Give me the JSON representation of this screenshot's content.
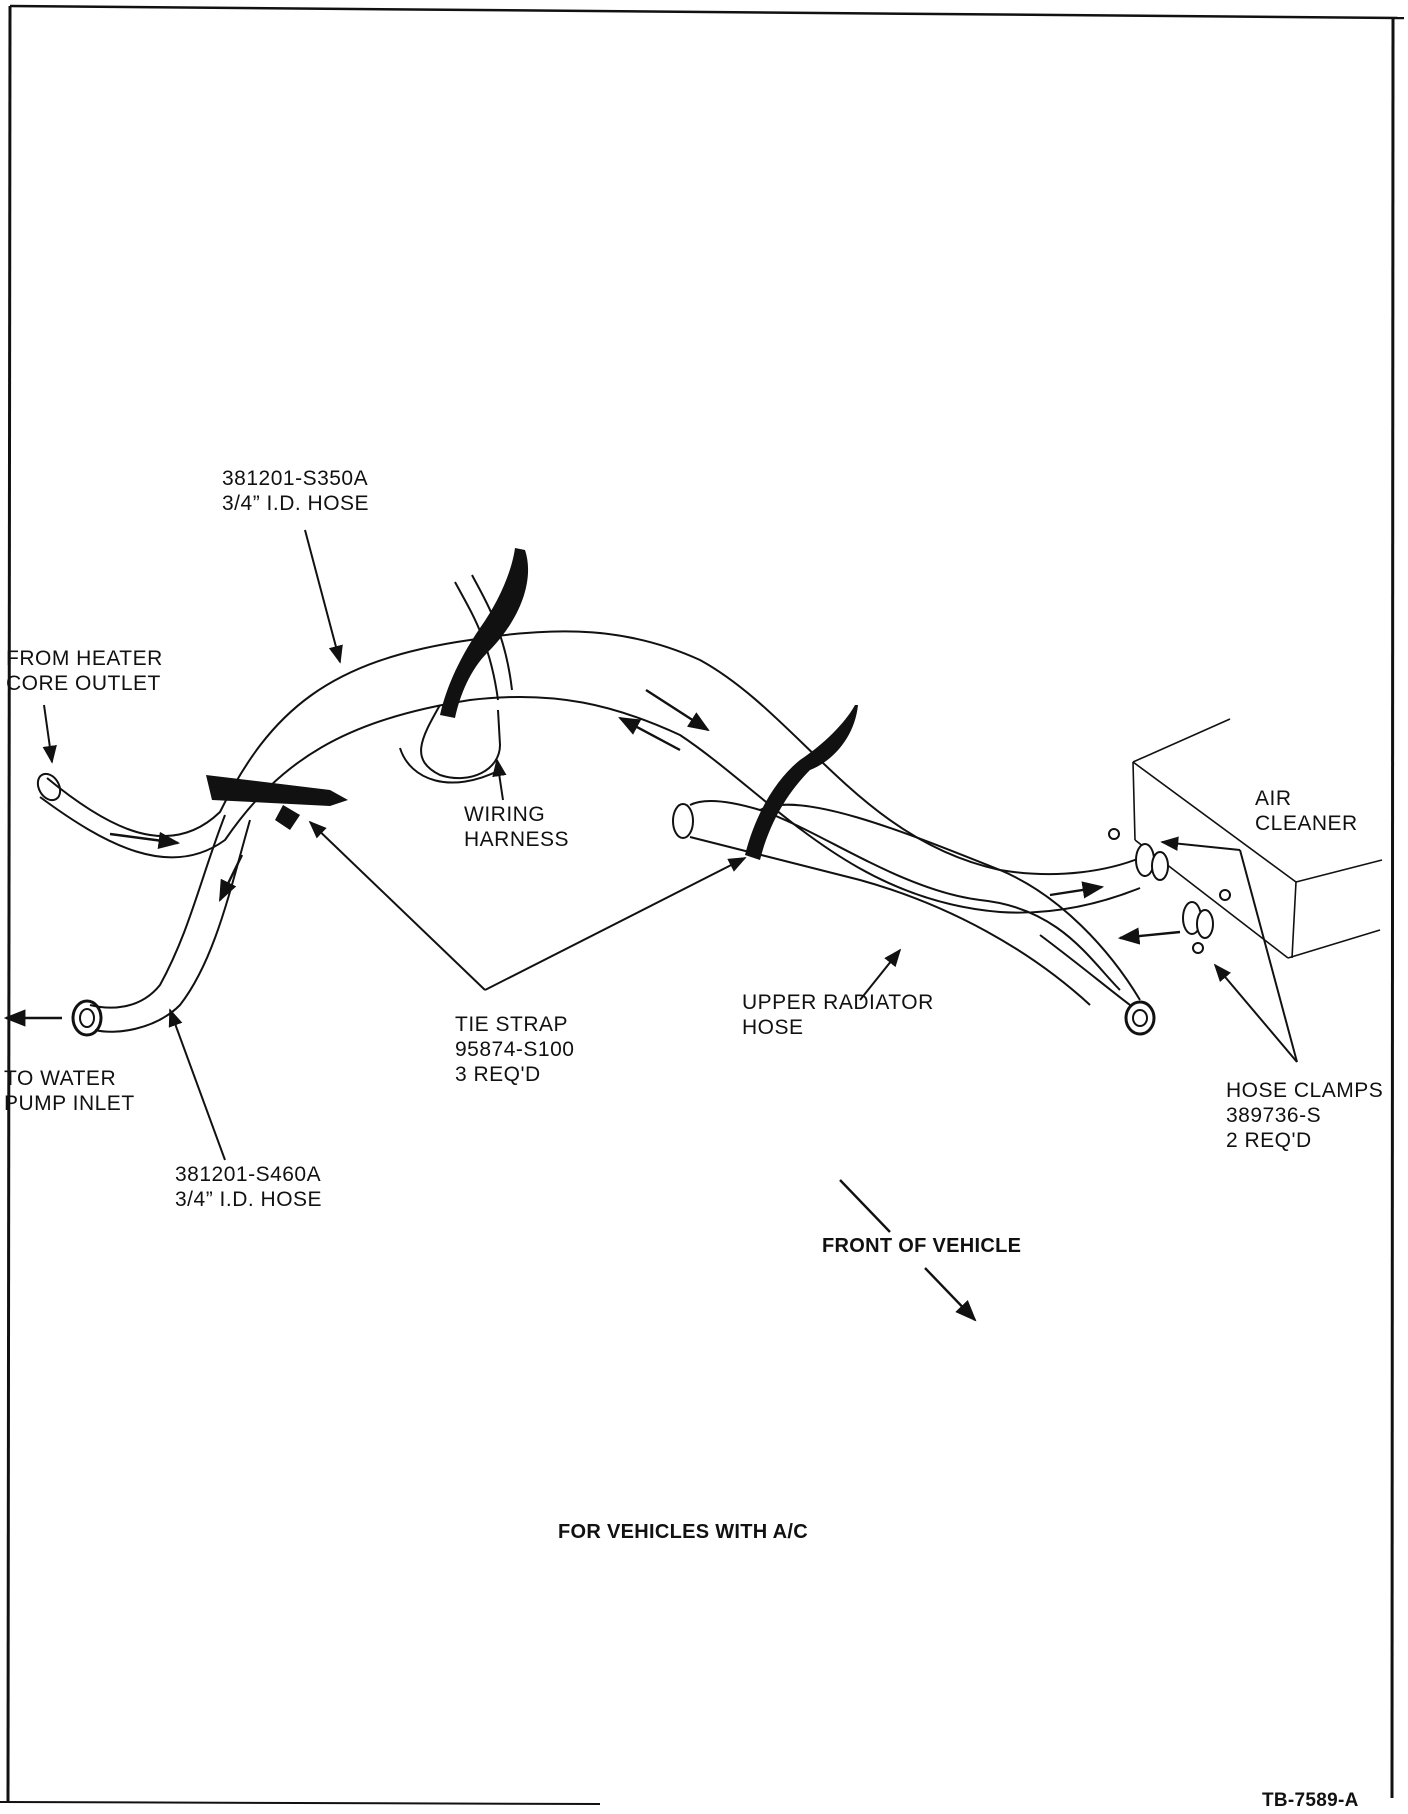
{
  "diagram": {
    "labels": {
      "hose_upper": [
        "381201-S350A",
        "3/4” I.D. HOSE"
      ],
      "heater_outlet": [
        "FROM HEATER",
        "CORE OUTLET"
      ],
      "wiring_harness": [
        "WIRING",
        "HARNESS"
      ],
      "air_cleaner": [
        "AIR",
        "CLEANER"
      ],
      "tie_strap": [
        "TIE STRAP",
        "95874-S100",
        "3 REQ'D"
      ],
      "upper_radiator_hose": [
        "UPPER RADIATOR",
        "HOSE"
      ],
      "hose_clamps": [
        "HOSE CLAMPS",
        "389736-S",
        "2 REQ'D"
      ],
      "water_pump": [
        "TO WATER",
        "PUMP INLET"
      ],
      "hose_lower": [
        "381201-S460A",
        "3/4” I.D. HOSE"
      ],
      "front_of_vehicle": "FRONT OF VEHICLE",
      "caption": "FOR VEHICLES WITH A/C",
      "figure_id": "TB-7589-A"
    },
    "colors": {
      "ink": "#111111",
      "paper": "#ffffff"
    }
  }
}
